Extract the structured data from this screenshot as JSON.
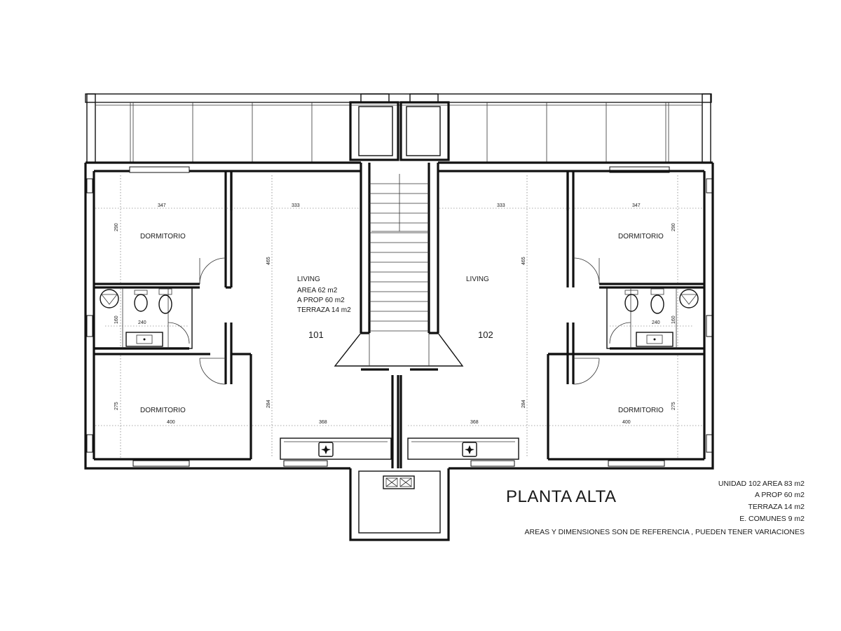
{
  "title": "PLANTA ALTA",
  "units": {
    "left": {
      "number": "101"
    },
    "right": {
      "number": "102"
    }
  },
  "rooms": {
    "left_dorm_top": "DORMITORIO",
    "left_dorm_bottom": "DORMITORIO",
    "right_dorm_top": "DORMITORIO",
    "right_dorm_bottom": "DORMITORIO",
    "left_living": "LIVING",
    "right_living": "LIVING"
  },
  "left_living_info": {
    "area": "AREA 62 m2",
    "a_prop": "A PROP 60 m2",
    "terraza": "TERRAZA 14 m2"
  },
  "dimensions": {
    "left_dorm_top_width": "347",
    "left_living_width_top": "333",
    "right_living_width_top": "333",
    "right_dorm_top_width": "347",
    "left_dorm_top_height": "290",
    "right_dorm_top_height": "290",
    "left_living_height_top": "465",
    "right_living_height_top": "465",
    "left_bath_height": "160",
    "left_bath_width": "240",
    "right_bath_width": "240",
    "right_bath_height": "160",
    "left_dorm_bottom_height": "275",
    "right_dorm_bottom_height": "275",
    "left_dorm_bottom_width": "400",
    "right_dorm_bottom_width": "400",
    "left_living_height_bottom": "284",
    "right_living_height_bottom": "284",
    "left_living_width_bottom": "368",
    "right_living_width_bottom": "368"
  },
  "summary": {
    "line1": "UNIDAD 102   AREA 83 m2",
    "line2": "A PROP 60 m2",
    "line3": "TERRAZA 14 m2",
    "line4": "E. COMUNES 9 m2",
    "note": "AREAS Y DIMENSIONES SON DE REFERENCIA , PUEDEN TENER VARIACIONES"
  },
  "icons": {
    "stove": "stove-icon",
    "toilet": "toilet-icon",
    "bidet": "bidet-icon",
    "sink": "sink-icon",
    "shower": "shower-icon",
    "tank": "water-tank-icon"
  }
}
